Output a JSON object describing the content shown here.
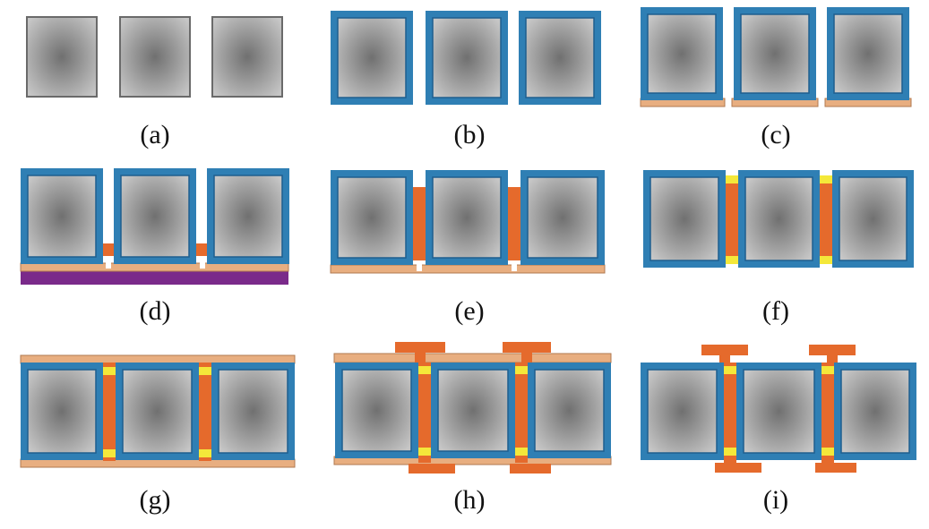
{
  "panels": [
    {
      "id": "a",
      "label": "(a)"
    },
    {
      "id": "b",
      "label": "(b)"
    },
    {
      "id": "c",
      "label": "(c)"
    },
    {
      "id": "d",
      "label": "(d)"
    },
    {
      "id": "e",
      "label": "(e)"
    },
    {
      "id": "f",
      "label": "(f)"
    },
    {
      "id": "g",
      "label": "(g)"
    },
    {
      "id": "h",
      "label": "(h)"
    },
    {
      "id": "i",
      "label": "(i)"
    }
  ],
  "colors": {
    "die_center": "#707070",
    "die_edge": "#c2c2c2",
    "die_outline": "#6a6a6a",
    "coating": "#2f7fb4",
    "coating_dark": "#1f5f8e",
    "copper": "#e56a2c",
    "carrier_layer": "#e8ae80",
    "substrate": "#7a2a8a",
    "solder": "#f4e83a"
  }
}
